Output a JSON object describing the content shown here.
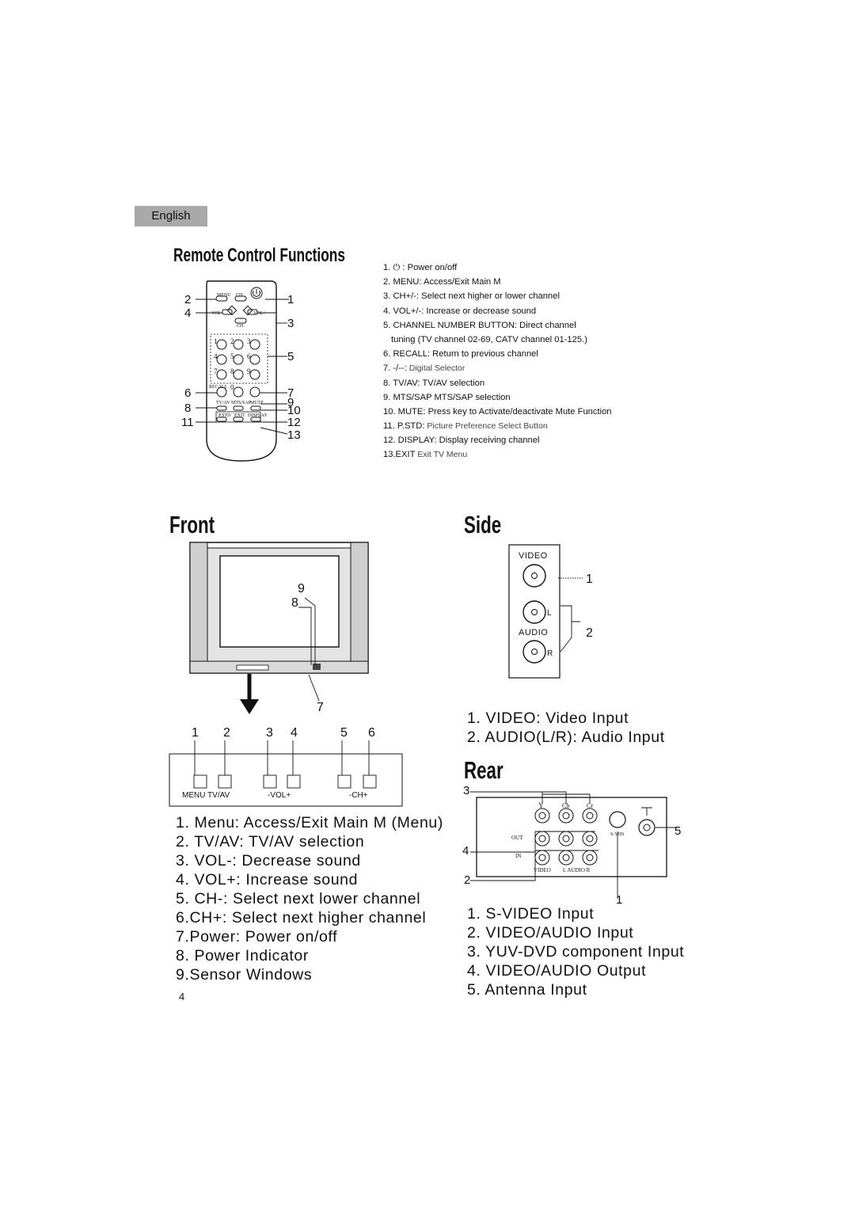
{
  "language_tab": "English",
  "remote": {
    "title": "Remote Control Functions",
    "callouts": [
      "1",
      "2",
      "3",
      "4",
      "5",
      "6",
      "7",
      "8",
      "9",
      "10",
      "11",
      "12",
      "13"
    ],
    "button_labels": {
      "menu": "MENU",
      "ch": "CH",
      "vol_minus": "VOL-",
      "vol_plus": "VOL+",
      "recall": "RECALL",
      "tvav": "TV/AV",
      "mts": "MTS/SAP",
      "mute": "MUTE",
      "pstd": "P.STD",
      "exit": "EXIT",
      "display": "DISPLAY",
      "digits": [
        "1",
        "2",
        "3",
        "4",
        "5",
        "6",
        "7",
        "8",
        "9",
        "0"
      ]
    },
    "functions": [
      {
        "bold": "1.  ⏻ : Power on/off",
        "lite": ""
      },
      {
        "bold": "2. MENU: Access/Exit Main M",
        "lite": ""
      },
      {
        "bold": "3. CH+/-: Select next higher or lower channel",
        "lite": ""
      },
      {
        "bold": "4. VOL+/-: Increase or decrease sound",
        "lite": ""
      },
      {
        "bold": "5. CHANNEL NUMBER BUTTON: Direct channel",
        "lite": ""
      },
      {
        "bold": "    tuning (TV channel 02-69, CATV channel 01-125.)",
        "lite": ""
      },
      {
        "bold": "6. RECALL: Return to previous channel",
        "lite": ""
      },
      {
        "bold": "7. -/--:",
        "lite": "  Digital Selector"
      },
      {
        "bold": "8. TV/AV: TV/AV selection",
        "lite": ""
      },
      {
        "bold": "9. MTS/SAP    MTS/SAP selection",
        "lite": ""
      },
      {
        "bold": "10. MUTE: Press key to Activate/deactivate Mute Function",
        "lite": ""
      },
      {
        "bold": "11. P.STD:",
        "lite": " Picture Preference Select Button"
      },
      {
        "bold": "12. DISPLAY: Display receiving channel",
        "lite": ""
      },
      {
        "bold": "13.EXIT",
        "lite": "   Exit TV Menu"
      }
    ]
  },
  "front": {
    "title": "Front",
    "callouts": {
      "c9": "9",
      "c8": "8",
      "c7": "7"
    },
    "panel_numbers": [
      "1",
      "2",
      "3",
      "4",
      "5",
      "6"
    ],
    "panel_labels": {
      "menu_tvav": "MENU  TV/AV",
      "vol": "-VOL+",
      "ch": "-CH+"
    },
    "items": [
      "1. Menu: Access/Exit Main M (Menu)",
      "2. TV/AV: TV/AV selection",
      "3. VOL-: Decrease sound",
      "4. VOL+: Increase sound",
      "5. CH-: Select next lower channel",
      "6.CH+: Select next higher channel",
      "7.Power: Power on/off",
      "8. Power Indicator",
      "9.Sensor Windows"
    ]
  },
  "side": {
    "title": "Side",
    "jack_labels": {
      "video": "VIDEO",
      "l": "L",
      "audio": "AUDIO",
      "r": "R"
    },
    "callouts": [
      "1",
      "2"
    ],
    "items": [
      "1. VIDEO: Video Input",
      "2. AUDIO(L/R): Audio Input"
    ]
  },
  "rear": {
    "title": "Rear",
    "jack_labels": {
      "y": "Y",
      "cb": "Cb",
      "cr": "Cr",
      "out": "OUT",
      "in": "IN",
      "video": "VIDEO",
      "audio": "L  AUDIO R",
      "svhs": "S-VHS"
    },
    "callouts": [
      "3",
      "4",
      "2",
      "1",
      "5"
    ],
    "items": [
      "1.  S-VIDEO Input",
      "2. VIDEO/AUDIO Input",
      "3. YUV-DVD component Input",
      "4. VIDEO/AUDIO Output",
      "5. Antenna Input"
    ]
  },
  "page_number": "4"
}
